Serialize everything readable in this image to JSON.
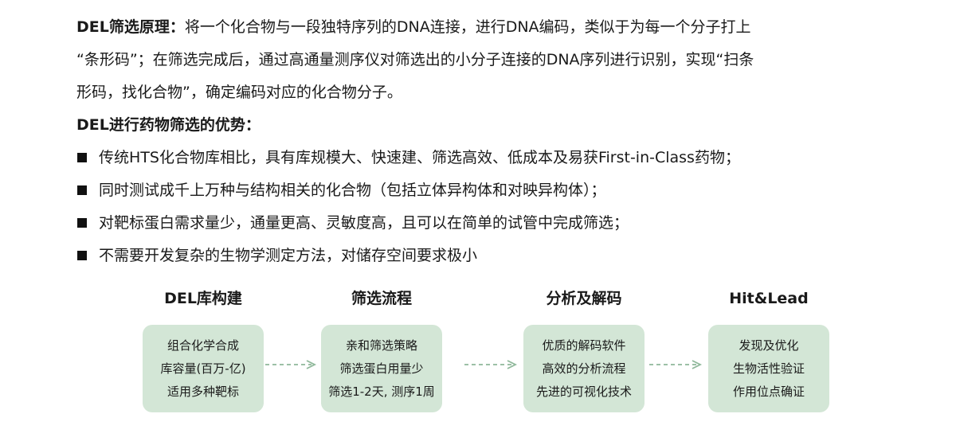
{
  "principle": {
    "label": "DEL筛选原理：",
    "line1": "将一个化合物与一段独特序列的DNA连接，进行DNA编码，类似于为每一个分子打上",
    "line2": "“条形码”；在筛选完成后，通过高通量测序仪对筛选出的小分子连接的DNA序列进行识别，实现“扫条",
    "line3": "形码，找化合物”，确定编码对应的化合物分子。"
  },
  "advantages": {
    "title": "DEL进行药物筛选的优势：",
    "items": [
      "传统HTS化合物库相比，具有库规模大、快速建、筛选高效、低成本及易获First-in-Class药物；",
      "同时测试成千上万种与结构相关的化合物（包括立体异构体和对映异构体）；",
      "对靶标蛋白需求量少，通量更高、灵敏度高，且可以在简单的试管中完成筛选；",
      "不需要开发复杂的生物学测定方法，对储存空间要求极小"
    ]
  },
  "workflow": {
    "stages": [
      {
        "title": "DEL库构建",
        "lines": [
          "组合化学合成",
          "库容量(百万-亿)",
          "适用多种靶标"
        ]
      },
      {
        "title": "筛选流程",
        "lines": [
          "亲和筛选策略",
          "筛选蛋白用量少",
          "筛选1-2天, 测序1周"
        ]
      },
      {
        "title": "分析及解码",
        "lines": [
          "优质的解码软件",
          "高效的分析流程",
          "先进的可视化技术"
        ]
      },
      {
        "title": "Hit&Lead",
        "lines": [
          "发现及优化",
          "生物活性验证",
          "作用位点确证"
        ]
      }
    ]
  },
  "colors": {
    "box_fill": "#d3e6d6",
    "arrow": "#8fb89a",
    "text": "#1a1a1a"
  }
}
